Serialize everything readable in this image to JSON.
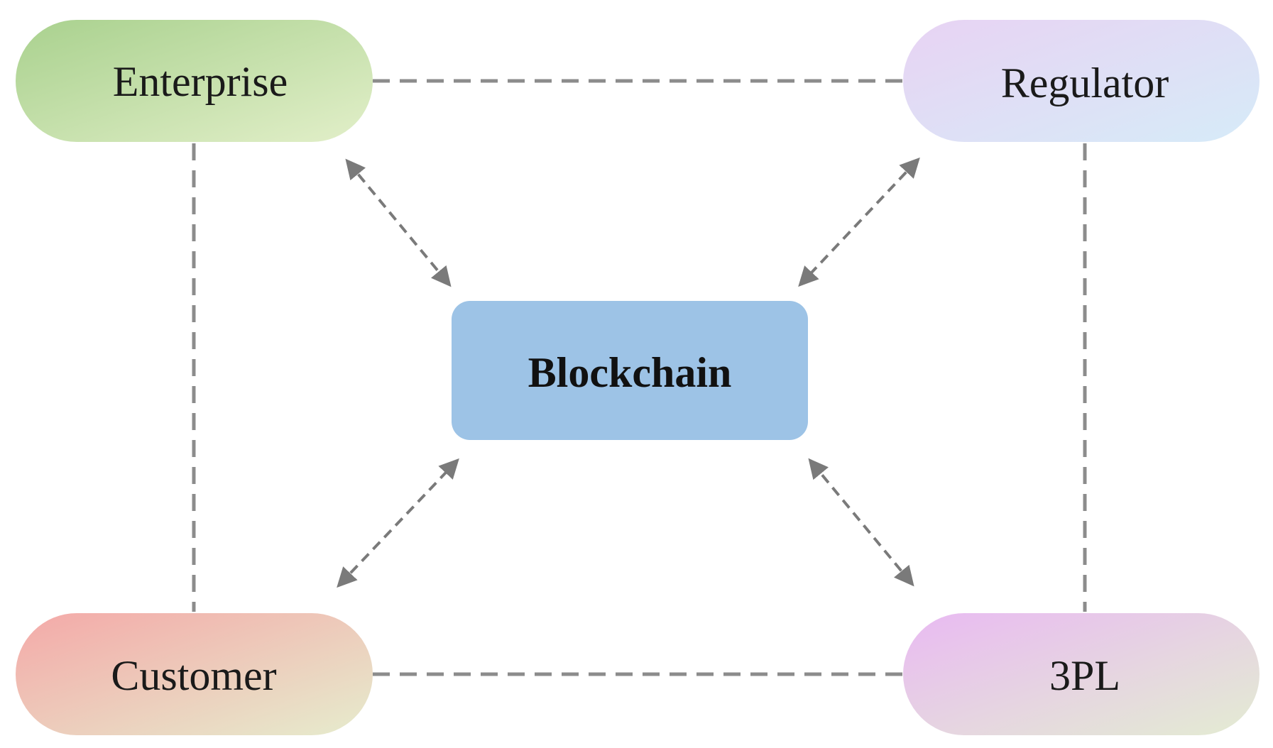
{
  "diagram": {
    "center": {
      "label": "Blockchain",
      "fill": "#9dc3e6"
    },
    "nodes": {
      "enterprise": {
        "label": "Enterprise",
        "gradient": [
          "#a9d18e",
          "#e2efc9"
        ]
      },
      "regulator": {
        "label": "Regulator",
        "gradient": [
          "#e8d3f3",
          "#d6ebf8"
        ]
      },
      "customer": {
        "label": "Customer",
        "gradient": [
          "#f4a9a8",
          "#e6eccd"
        ]
      },
      "threepl": {
        "label": "3PL",
        "gradient": [
          "#e9baf2",
          "#e3ecd2"
        ]
      }
    },
    "line_color": "#8c8c8c",
    "arrow_color": "#7a7a7a"
  }
}
